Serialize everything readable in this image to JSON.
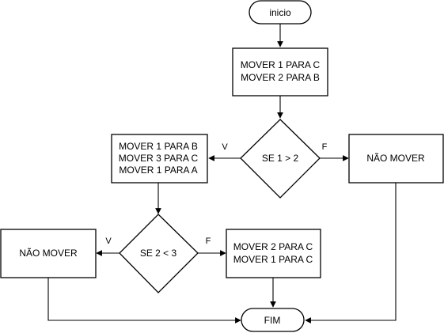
{
  "diagram": {
    "nodes": {
      "start": {
        "lines": [
          "inicio"
        ]
      },
      "step1": {
        "lines": [
          "MOVER 1 PARA C",
          "MOVER 2 PARA B"
        ]
      },
      "decision1": {
        "lines": [
          "SE 1 > 2"
        ]
      },
      "no_move_right": {
        "lines": [
          "NÃO MOVER"
        ]
      },
      "step_true1": {
        "lines": [
          "MOVER 1 PARA B",
          "MOVER 3 PARA C",
          "MOVER 1 PARA A"
        ]
      },
      "decision2": {
        "lines": [
          "SE 2 < 3"
        ]
      },
      "no_move_left": {
        "lines": [
          "NÃO MOVER"
        ]
      },
      "step_false2": {
        "lines": [
          "MOVER 2 PARA C",
          "MOVER 1 PARA C"
        ]
      },
      "end": {
        "lines": [
          "FIM"
        ]
      }
    },
    "edge_labels": {
      "d1_true": "V",
      "d1_false": "F",
      "d2_true": "V",
      "d2_false": "F"
    }
  }
}
